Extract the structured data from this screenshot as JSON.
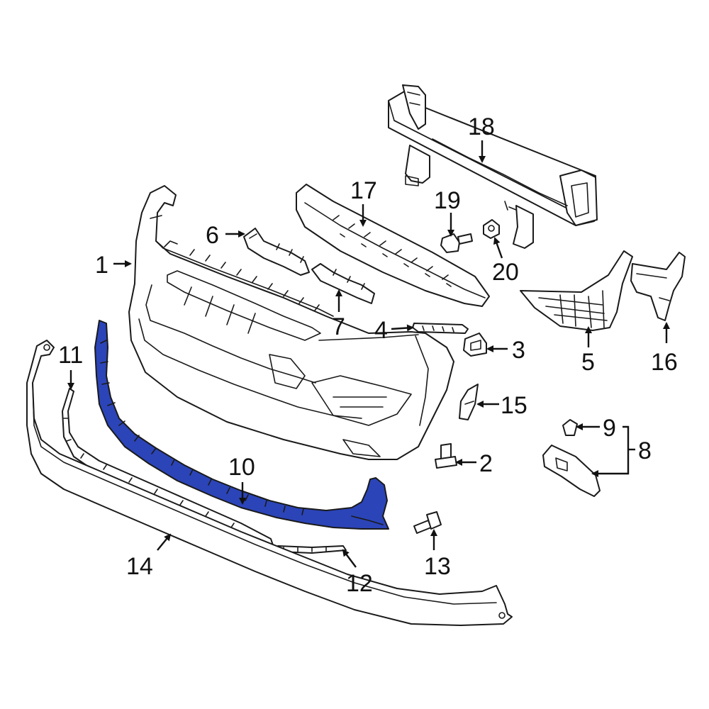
{
  "colors": {
    "highlight": "#2b44b8",
    "line": "#1a1a1a",
    "background": "#ffffff"
  },
  "callouts": [
    {
      "id": "1",
      "label": "1"
    },
    {
      "id": "2",
      "label": "2"
    },
    {
      "id": "3",
      "label": "3"
    },
    {
      "id": "4",
      "label": "4"
    },
    {
      "id": "5",
      "label": "5"
    },
    {
      "id": "6",
      "label": "6"
    },
    {
      "id": "7",
      "label": "7"
    },
    {
      "id": "8",
      "label": "8"
    },
    {
      "id": "9",
      "label": "9"
    },
    {
      "id": "10",
      "label": "10",
      "highlighted": true
    },
    {
      "id": "11",
      "label": "11"
    },
    {
      "id": "12",
      "label": "12"
    },
    {
      "id": "13",
      "label": "13"
    },
    {
      "id": "14",
      "label": "14"
    },
    {
      "id": "15",
      "label": "15"
    },
    {
      "id": "16",
      "label": "16"
    },
    {
      "id": "17",
      "label": "17"
    },
    {
      "id": "18",
      "label": "18"
    },
    {
      "id": "19",
      "label": "19"
    },
    {
      "id": "20",
      "label": "20"
    }
  ]
}
